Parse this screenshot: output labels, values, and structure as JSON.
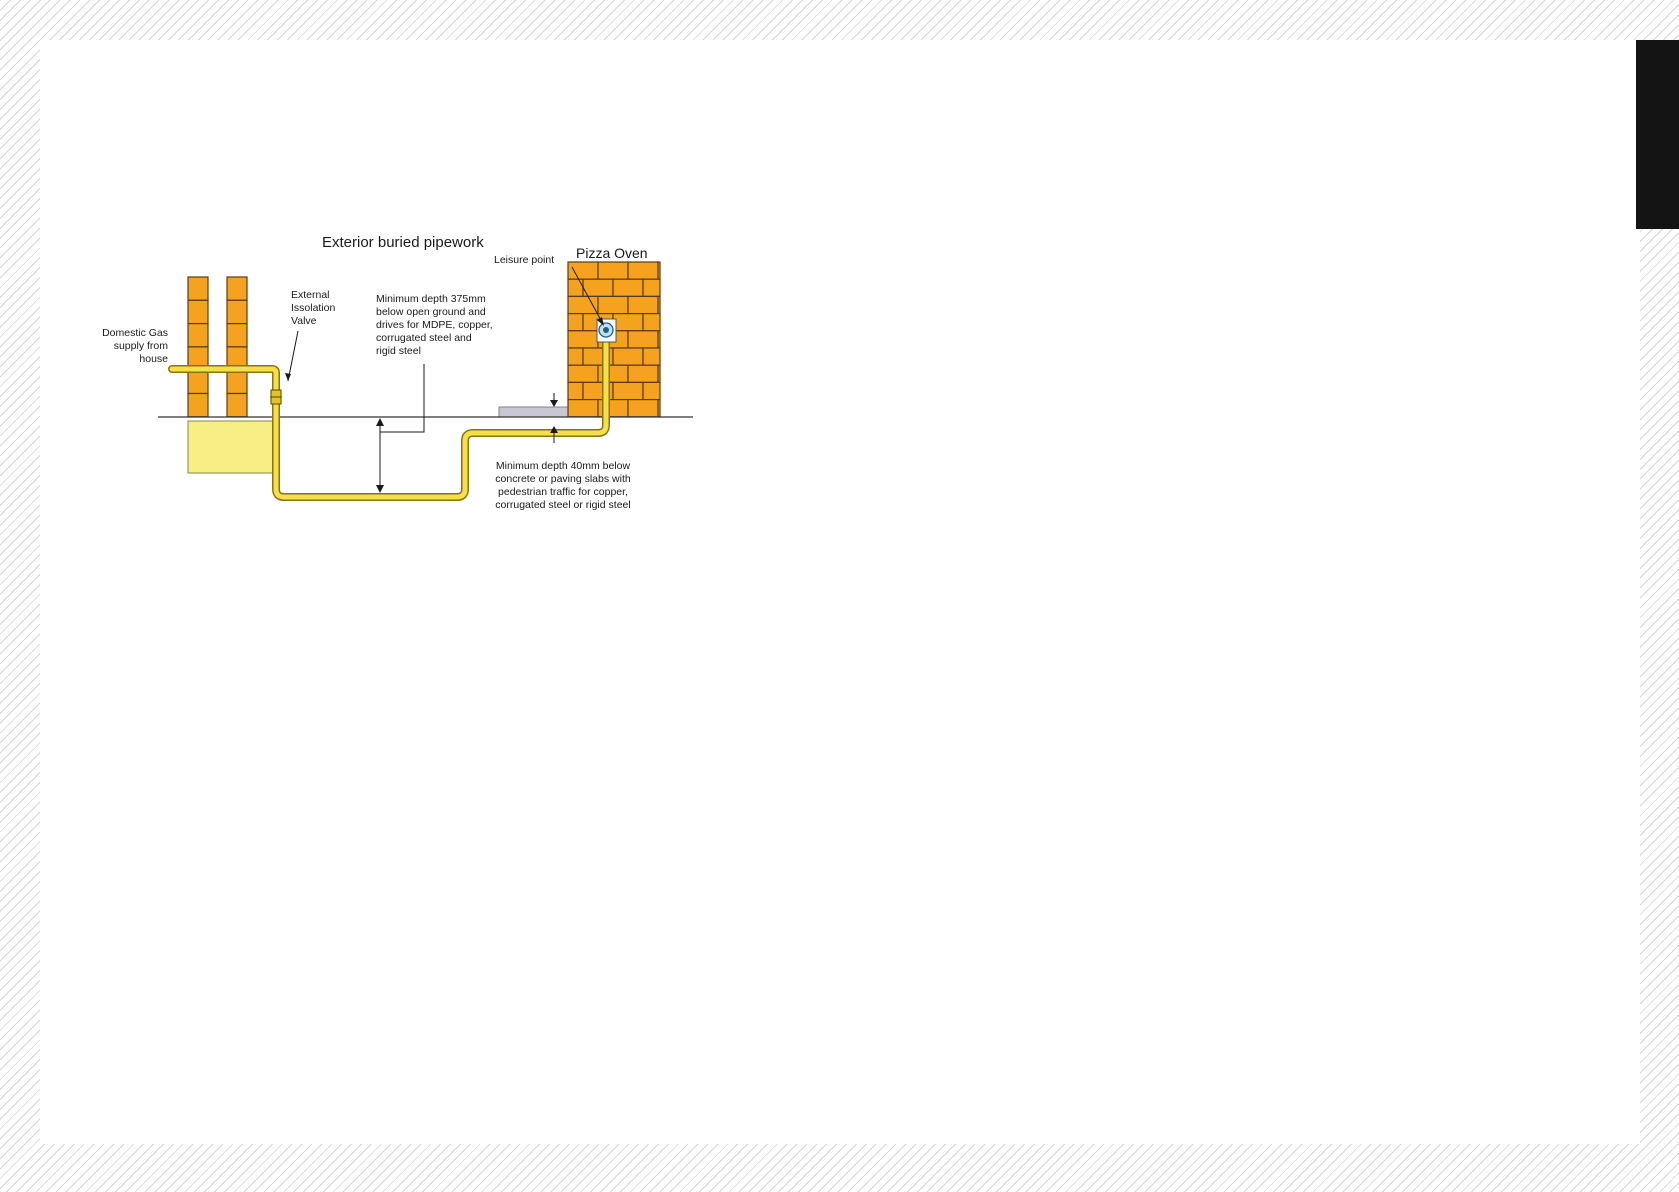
{
  "diagram": {
    "title": "Exterior buried pipework",
    "oven_label": "Pizza Oven",
    "leisure_point_label": "Leisure point",
    "supply_label": [
      "Domestic Gas",
      "supply from",
      "house"
    ],
    "valve_label": [
      "External",
      "Issolation",
      "Valve"
    ],
    "depth_open_ground_note": [
      "Minimum depth 375mm",
      "below open ground and",
      "drives for MDPE, copper,",
      "corrugated steel and",
      "rigid steel"
    ],
    "depth_paving_note": [
      "Minimum depth 40mm below",
      "concrete or paving slabs with",
      "pedestrian traffic for copper,",
      "corrugated steel or rigid steel"
    ],
    "colors": {
      "brick": "#f5a31f",
      "mortar": "#5c3a12",
      "pipe": "#f7df4a",
      "pipe_outline": "#8a7410",
      "foundation": "#f7ef86",
      "paving_slab": "#c8c8d4",
      "ground_line": "#333333",
      "edge_tab": "#141414"
    }
  }
}
